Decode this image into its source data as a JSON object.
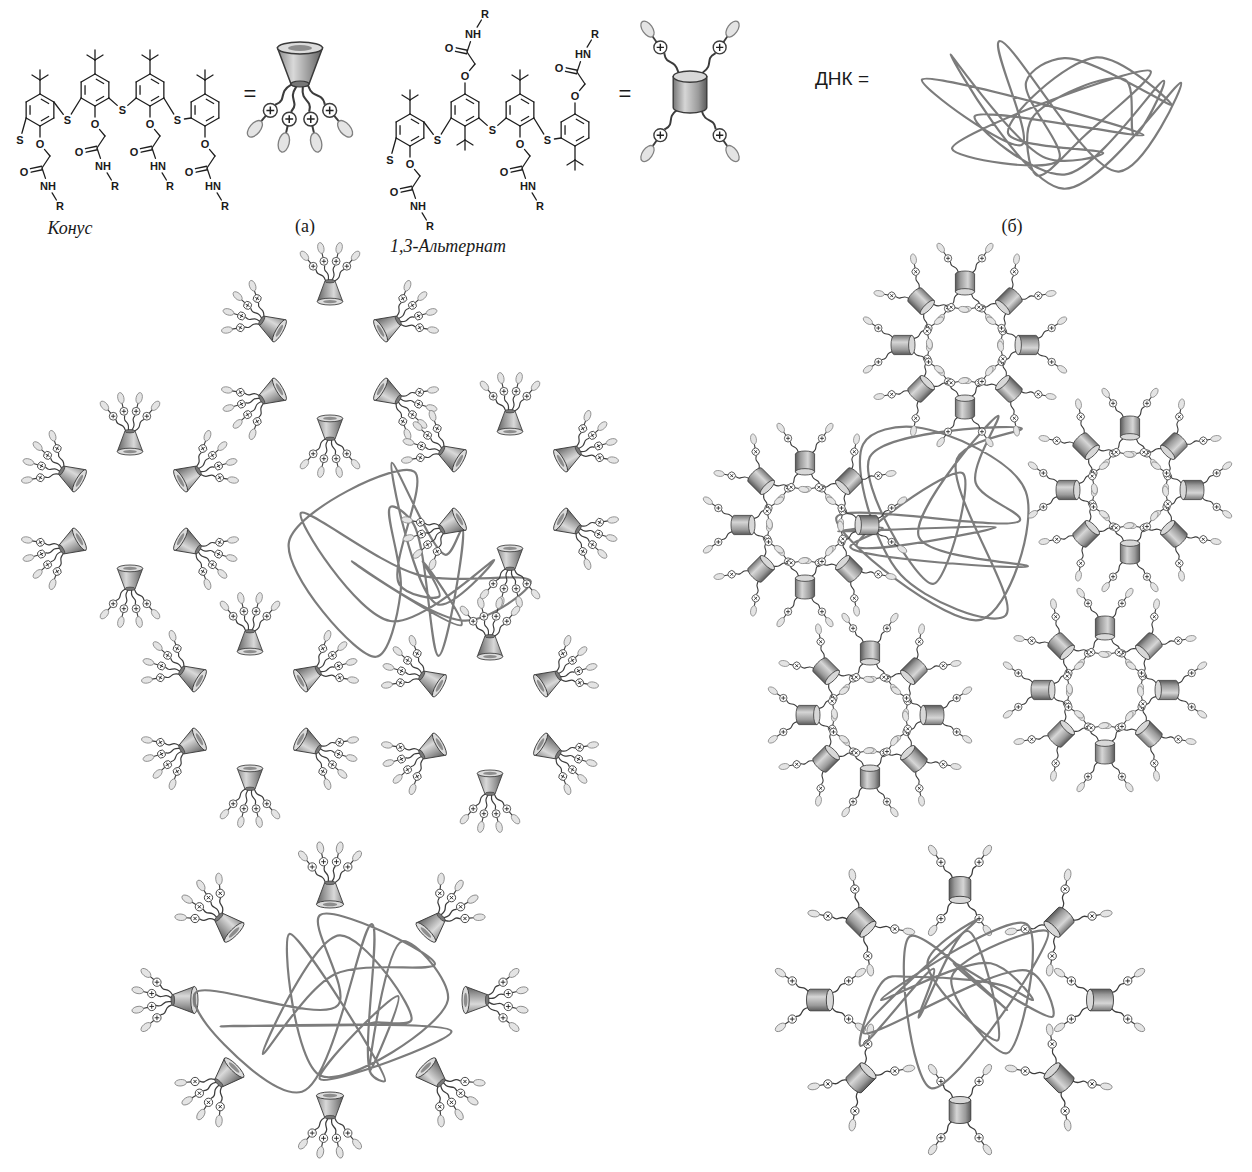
{
  "diagram": {
    "labels": [
      "S",
      "S",
      "S",
      "S",
      "O",
      "O",
      "NH",
      "R",
      "O",
      "O",
      "NH",
      "R",
      "O",
      "O",
      "HN",
      "R",
      "O",
      "O",
      "HN",
      "R",
      "=",
      "Конус",
      "(а)",
      "S",
      "S",
      "S",
      "S",
      "O",
      "O",
      "NH",
      "R",
      "O",
      "O",
      "NH",
      "R",
      "O",
      "O",
      "HN",
      "R",
      "O",
      "O",
      "HN",
      "R",
      "=",
      "1,3-Альтернат",
      "ДНК =",
      "(б)"
    ]
  }
}
